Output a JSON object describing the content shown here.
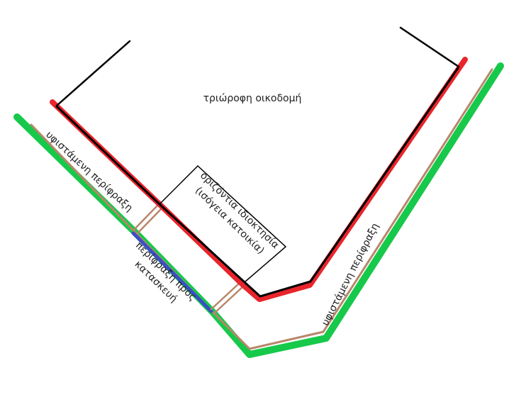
{
  "labels": {
    "building": "τριώροφη οικοδομή",
    "existing_fence_left": "υφιστάμενη περίφραξη",
    "horizontal_property_line1": "οριζόντια ιδιοκτησία",
    "horizontal_property_line2": "(ισόγεια κατοικία)",
    "fence_to_build_line1": "περίφραξη προς",
    "fence_to_build_line2": "κατασκευή",
    "existing_fence_right": "υφιστάμενη περίφραξη"
  },
  "colors": {
    "building_outline": "#000000",
    "building_boundary": "#e8252b",
    "existing_fence_green": "#16c94a",
    "existing_fence_brown": "#b8866a",
    "new_fence_blue": "#3a4fc4",
    "text": "#222222"
  }
}
